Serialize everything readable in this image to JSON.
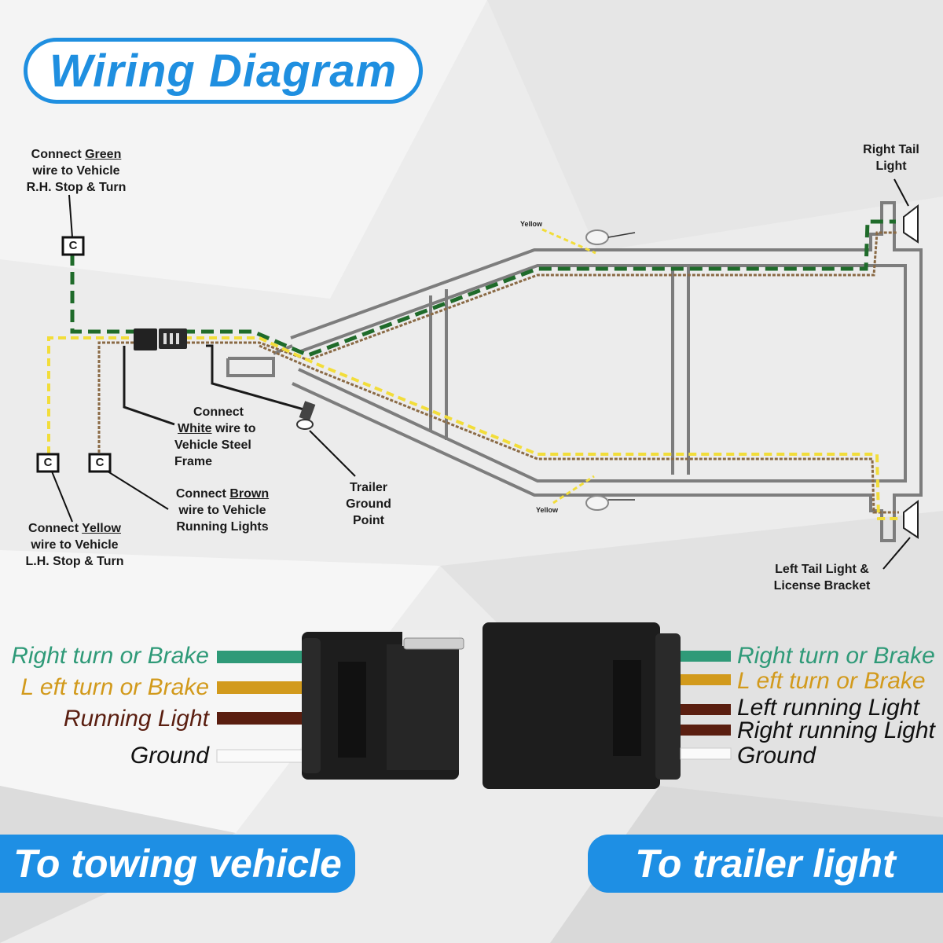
{
  "title": "Wiring Diagram",
  "callouts": {
    "green": {
      "pre": "Connect ",
      "color_word": "Green",
      "line2": "wire to Vehicle",
      "line3": "R.H. Stop & Turn"
    },
    "white": {
      "pre": "Connect",
      "color_word": "White",
      "line2_rest": " wire to",
      "line3": "Vehicle Steel",
      "line4": "Frame"
    },
    "brown": {
      "pre": "Connect ",
      "color_word": "Brown",
      "line2": "wire to Vehicle",
      "line3": "Running Lights"
    },
    "yellow": {
      "pre": "Connect ",
      "color_word": "Yellow",
      "line2": "wire to Vehicle",
      "line3": "L.H. Stop & Turn"
    },
    "ground_point": {
      "line1": "Trailer",
      "line2": "Ground",
      "line3": "Point"
    },
    "right_tail": {
      "line1": "Right Tail",
      "line2": "Light"
    },
    "left_tail": {
      "line1": "Left Tail Light &",
      "line2": "License Bracket"
    },
    "connector_tag": "C",
    "yellow_marker_top": "Yellow",
    "yellow_marker_bottom": "Yellow"
  },
  "vehicle_side": {
    "wires": [
      {
        "label": "Right turn or Brake",
        "color": "#2f9a78"
      },
      {
        "label": "L eft turn or Brake",
        "color": "#d29a1c"
      },
      {
        "label": "Running Light",
        "color": "#5a1e10"
      },
      {
        "label": "Ground",
        "color": "#111111"
      }
    ],
    "banner": "To towing vehicle"
  },
  "trailer_side": {
    "wires": [
      {
        "label": "Right turn or Brake",
        "color": "#2f9a78"
      },
      {
        "label": "L eft turn or Brake",
        "color": "#d29a1c"
      },
      {
        "label": "Left running Light",
        "color": "#111111"
      },
      {
        "label": "Right running Light",
        "color": "#111111"
      },
      {
        "label": "Ground",
        "color": "#111111"
      }
    ],
    "banner": "To trailer light"
  },
  "colors": {
    "accent": "#1f8fe0",
    "wire_green": "#1f6b2a",
    "wire_yellow": "#f2dd3a",
    "wire_brown": "#8a6a45",
    "frame": "#7d7d7d"
  }
}
